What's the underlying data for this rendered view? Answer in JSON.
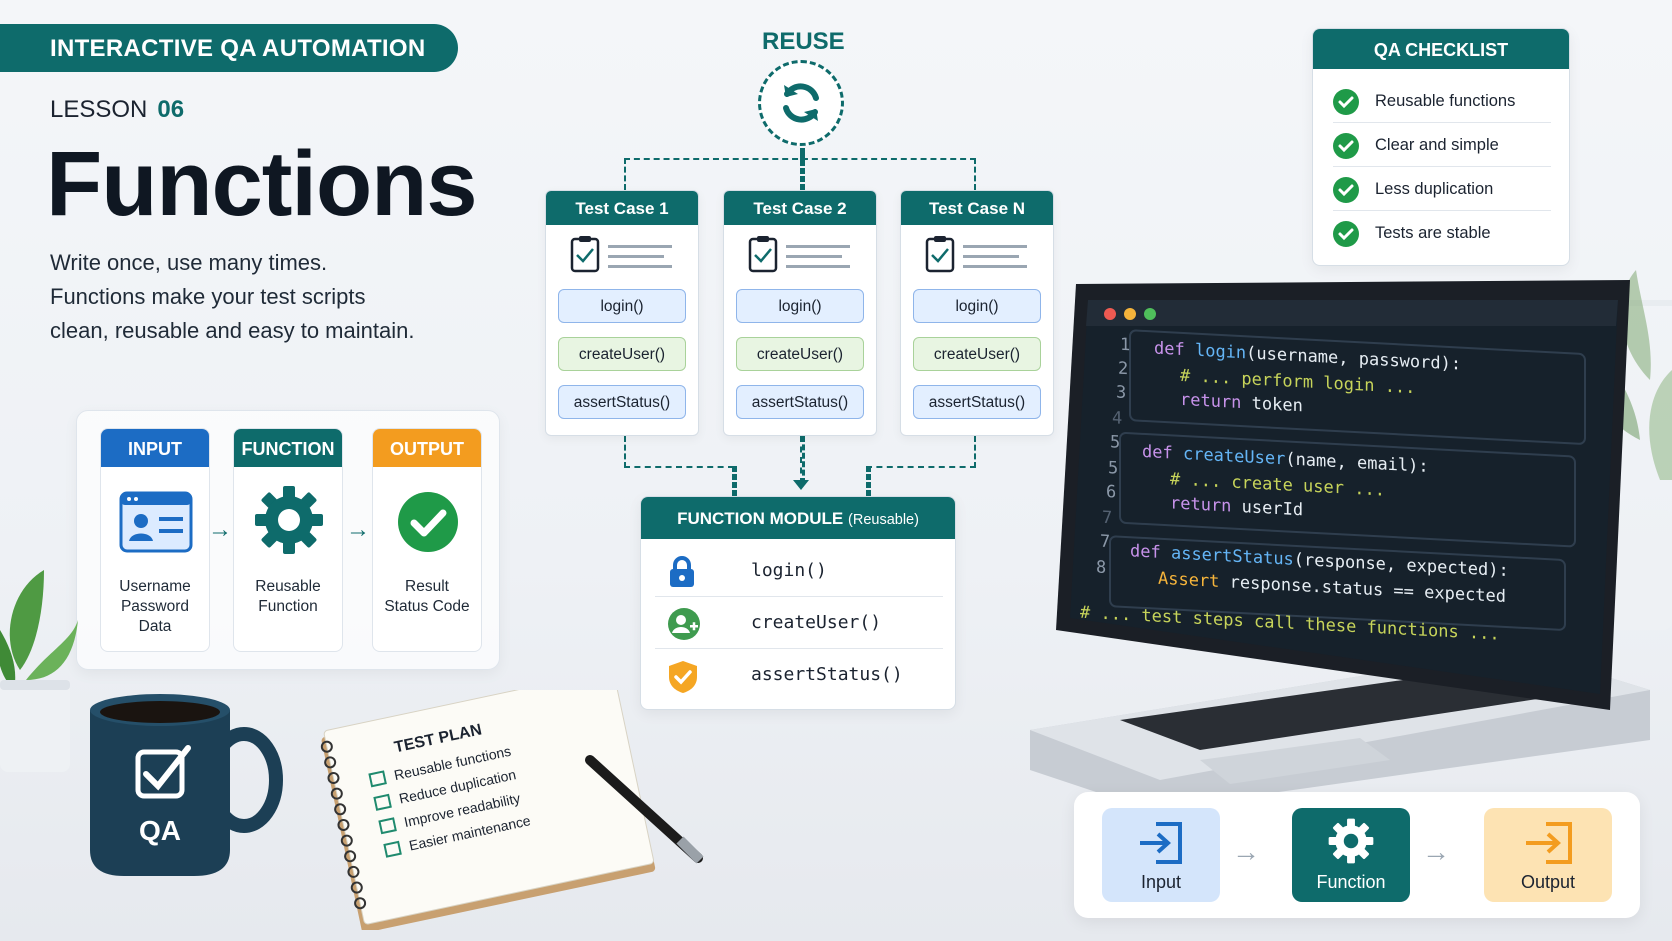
{
  "header": {
    "banner": "INTERACTIVE QA AUTOMATION",
    "lesson_label": "LESSON",
    "lesson_number": "06",
    "title": "Functions",
    "description": [
      "Write once, use many times.",
      "Functions make your test scripts",
      "clean, reusable and easy to maintain."
    ]
  },
  "ipo": [
    {
      "head": "INPUT",
      "color": "#1c6cc4",
      "lines": [
        "Username",
        "Password",
        "Data"
      ],
      "icon": "id-card-icon"
    },
    {
      "head": "FUNCTION",
      "color": "#0e6b6b",
      "lines": [
        "Reusable",
        "Function"
      ],
      "icon": "gear-icon"
    },
    {
      "head": "OUTPUT",
      "color": "#f39c1f",
      "lines": [
        "Result",
        "Status Code"
      ],
      "icon": "check-circle-icon"
    }
  ],
  "reuse": {
    "label": "REUSE",
    "test_cases": [
      {
        "title": "Test Case 1",
        "functions": [
          "login()",
          "createUser()",
          "assertStatus()"
        ]
      },
      {
        "title": "Test Case 2",
        "functions": [
          "login()",
          "createUser()",
          "assertStatus()"
        ]
      },
      {
        "title": "Test Case N",
        "functions": [
          "login()",
          "createUser()",
          "assertStatus()"
        ]
      }
    ],
    "module": {
      "title": "FUNCTION MODULE",
      "subtitle": "(Reusable)",
      "items": [
        {
          "name": "login()",
          "icon": "lock-icon"
        },
        {
          "name": "createUser()",
          "icon": "add-user-icon"
        },
        {
          "name": "assertStatus()",
          "icon": "shield-check-icon"
        }
      ]
    }
  },
  "checklist": {
    "title": "QA CHECKLIST",
    "items": [
      "Reusable functions",
      "Clear and simple",
      "Less duplication",
      "Tests are stable"
    ]
  },
  "code": {
    "line_numbers": [
      "1",
      "2",
      "3",
      "4",
      "5",
      "5",
      "6",
      "7",
      "7",
      "8"
    ],
    "blocks": [
      {
        "def": "def",
        "name": "login",
        "params": "(username, password):",
        "comment": "# ... perform login ...",
        "ret": "return",
        "ret_val": "token"
      },
      {
        "def": "def",
        "name": "createUser",
        "params": "(name, email):",
        "comment": "# ... create user ...",
        "ret": "return",
        "ret_val": "userId"
      },
      {
        "def": "def",
        "name": "assertStatus",
        "params": "(response, expected):",
        "assert_kw": "Assert",
        "assert_body": "response.status == expected"
      }
    ],
    "footer_comment": "# ... test steps call these functions ..."
  },
  "flow": [
    {
      "label": "Input",
      "icon": "input-icon"
    },
    {
      "label": "Function",
      "icon": "gear-icon"
    },
    {
      "label": "Output",
      "icon": "output-icon"
    }
  ],
  "notebook": {
    "title": "TEST PLAN",
    "items": [
      "Reusable functions",
      "Reduce duplication",
      "Improve readability",
      "Easier maintenance"
    ]
  },
  "mug": {
    "label": "QA"
  },
  "colors": {
    "teal": "#0e6b6b",
    "blue": "#1c6cc4",
    "orange": "#f39c1f",
    "green": "#1f9a48"
  }
}
